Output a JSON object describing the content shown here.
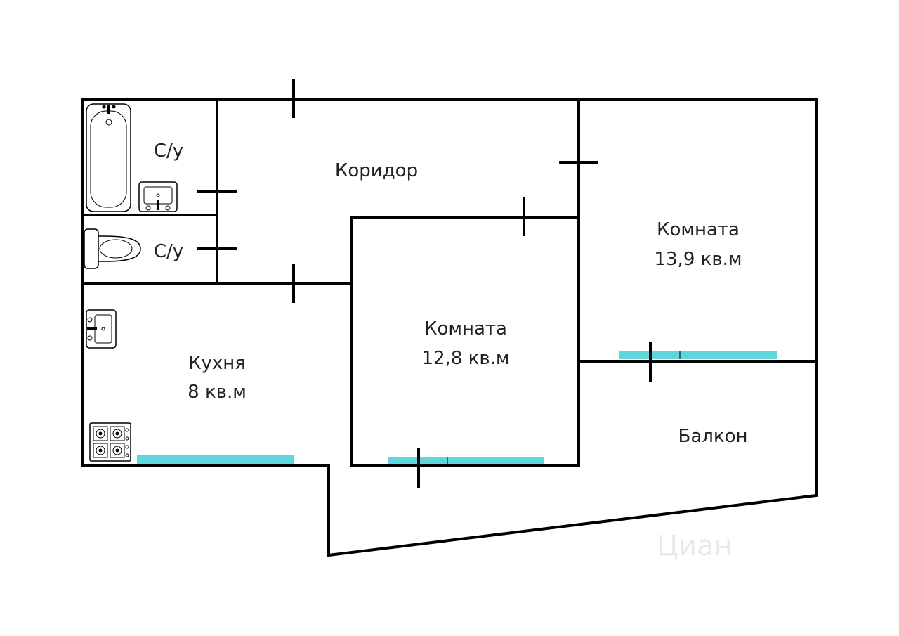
{
  "colors": {
    "wall": "#000000",
    "window": "#5ed6dc",
    "text": "#222222",
    "background": "#ffffff"
  },
  "rooms": {
    "bathroom": {
      "name": "С/у"
    },
    "toilet": {
      "name": "С/у"
    },
    "corridor": {
      "name": "Коридор"
    },
    "kitchen": {
      "name": "Кухня",
      "area": "8 кв.м"
    },
    "room_middle": {
      "name": "Комната",
      "area": "12,8 кв.м"
    },
    "room_right": {
      "name": "Комната",
      "area": "13,9 кв.м"
    },
    "balcony": {
      "name": "Балкон"
    }
  },
  "fixtures": {
    "bathtub": "bathtub-icon",
    "bath_sink": "sink-icon",
    "toilet": "toilet-icon",
    "kitchen_sink": "sink-icon",
    "stove": "stove-icon"
  },
  "watermark": "Циан"
}
